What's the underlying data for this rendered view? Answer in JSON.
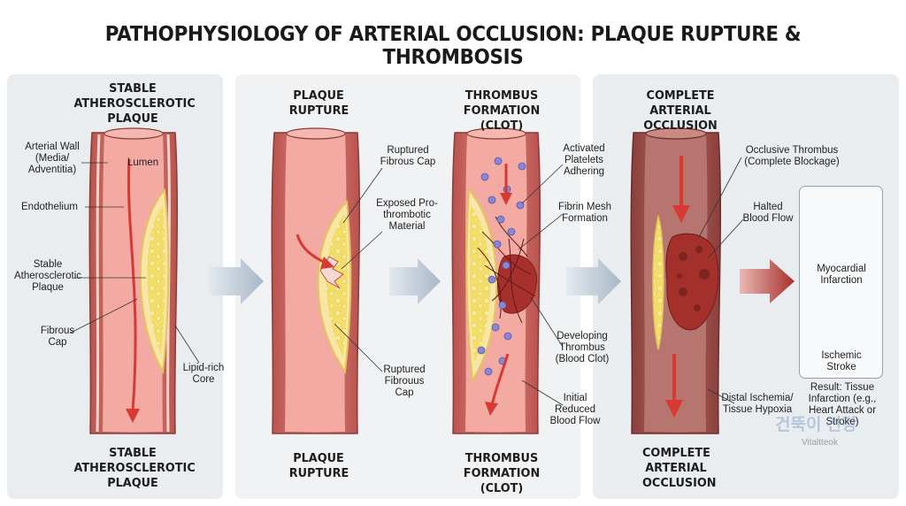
{
  "title": "PATHOPHYSIOLOGY OF ARTERIAL OCCLUSION: PLAQUE RUPTURE & THROMBOSIS",
  "stages": [
    {
      "heading_top": "STABLE ATHEROSCLEROTIC PLAQUE",
      "heading_bottom": "STABLE ATHEROSCLEROTIC PLAQUE",
      "labels": {
        "arterial_wall": "Arterial Wall (Media/ Adventitia)",
        "lumen": "Lumen",
        "endothelium": "Endothelium",
        "stable_plaque": "Stable Atherosclerotic Plaque",
        "fibrous_cap": "Fibrous Cap",
        "lipid_core": "Lipid-rich Core"
      }
    },
    {
      "heading_top": "PLAQUE RUPTURE",
      "heading_bottom": "PLAQUE RUPTURE",
      "labels": {
        "ruptured_cap_top": "Ruptured Fibrous Cap",
        "exposed_material": "Exposed Pro-thrombotic Material",
        "ruptured_cap_bottom": "Ruptured Fibrouus Cap"
      }
    },
    {
      "heading_top": "THROMBUS FORMATION (CLOT)",
      "heading_bottom": "THROMBUS FORMATION (CLOT)",
      "labels": {
        "platelets": "Activated Platelets Adhering",
        "fibrin": "Fibrin Mesh Formation",
        "developing_thrombus": "Developing Thrombus (Blood Clot)",
        "reduced_flow": "Initial Reduced Blood Flow"
      }
    },
    {
      "heading_top": "COMPLETE ARTERIAL OCCLUSION",
      "heading_bottom": "COMPLETE ARTERIAL OCCLUSION",
      "labels": {
        "occlusive_thrombus": "Occlusive Thrombus (Complete Blockage)",
        "halted_flow": "Halted Blood Flow",
        "distal_ischemia": "Distal Ischemia/ Tissue Hypoxia"
      }
    }
  ],
  "outcomes": {
    "myocardial": "Myocardial Infarction",
    "stroke": "Ischemic Stroke",
    "result": "Result: Tissue Infarction (e.g., Heart Attack or Stroke)"
  },
  "watermark": {
    "korean": "건뚝이 건강",
    "latin": "Vitaltteok"
  },
  "colors": {
    "wall": "#d8706a",
    "wall_dark": "#a94b48",
    "lumen": "#f0a6a0",
    "plaque": "#f2dc62",
    "arrow_red": "#d63a32",
    "clot": "#9c2f2c",
    "platelet": "#8a86d6",
    "connector_arrow": "#b9c6d2",
    "outcome_arrow": "#b5403a"
  }
}
